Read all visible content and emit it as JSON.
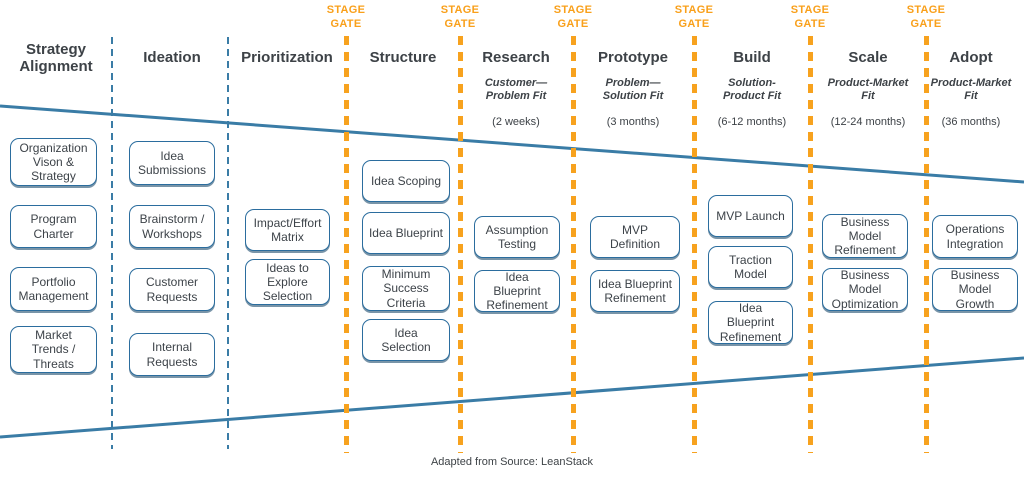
{
  "caption": "Adapted from Source: LeanStack",
  "stage_gate": {
    "top": "STAGE",
    "bottom": "GATE"
  },
  "colors": {
    "gate_orange": "#F7A21E",
    "gate_label_orange": "#F9A01B",
    "funnel_blue": "#3A7CA6",
    "box_border_blue": "#2B6D9E",
    "text_gray": "#3D4247",
    "background": "#FFFFFF"
  },
  "columns": [
    {
      "title": "Strategy Alignment",
      "boxes": [
        "Organization Vison & Strategy",
        "Program Charter",
        "Portfolio Management",
        "Market Trends / Threats"
      ]
    },
    {
      "title": "Ideation",
      "boxes": [
        "Idea Submissions",
        "Brainstorm / Workshops",
        "Customer Requests",
        "Internal Requests"
      ]
    },
    {
      "title": "Prioritization",
      "boxes": [
        "Impact/Effort Matrix",
        "Ideas to Explore Selection"
      ]
    },
    {
      "title": "Structure",
      "boxes": [
        "Idea Scoping",
        "Idea Blueprint",
        "Minimum Success Criteria",
        "Idea Selection"
      ]
    },
    {
      "title": "Research",
      "subtitle": [
        "Customer—",
        "Problem Fit"
      ],
      "duration": "(2 weeks)",
      "boxes": [
        "Assumption Testing",
        "Idea Blueprint Refinement"
      ]
    },
    {
      "title": "Prototype",
      "subtitle": [
        "Problem—",
        "Solution Fit"
      ],
      "duration": "(3 months)",
      "boxes": [
        "MVP Definition",
        "Idea Blueprint Refinement"
      ]
    },
    {
      "title": "Build",
      "subtitle": [
        "Solution-",
        "Product Fit"
      ],
      "duration": "(6-12 months)",
      "boxes": [
        "MVP Launch",
        "Traction Model",
        "Idea Blueprint Refinement"
      ]
    },
    {
      "title": "Scale",
      "subtitle": [
        "Product-Market",
        "Fit"
      ],
      "duration": "(12-24 months)",
      "boxes": [
        "Business Model Refinement",
        "Business Model Optimization"
      ]
    },
    {
      "title": "Adopt",
      "subtitle": [
        "Product-Market",
        "Fit"
      ],
      "duration": "(36 months)",
      "boxes": [
        "Operations Integration",
        "Business Model Growth"
      ]
    }
  ]
}
